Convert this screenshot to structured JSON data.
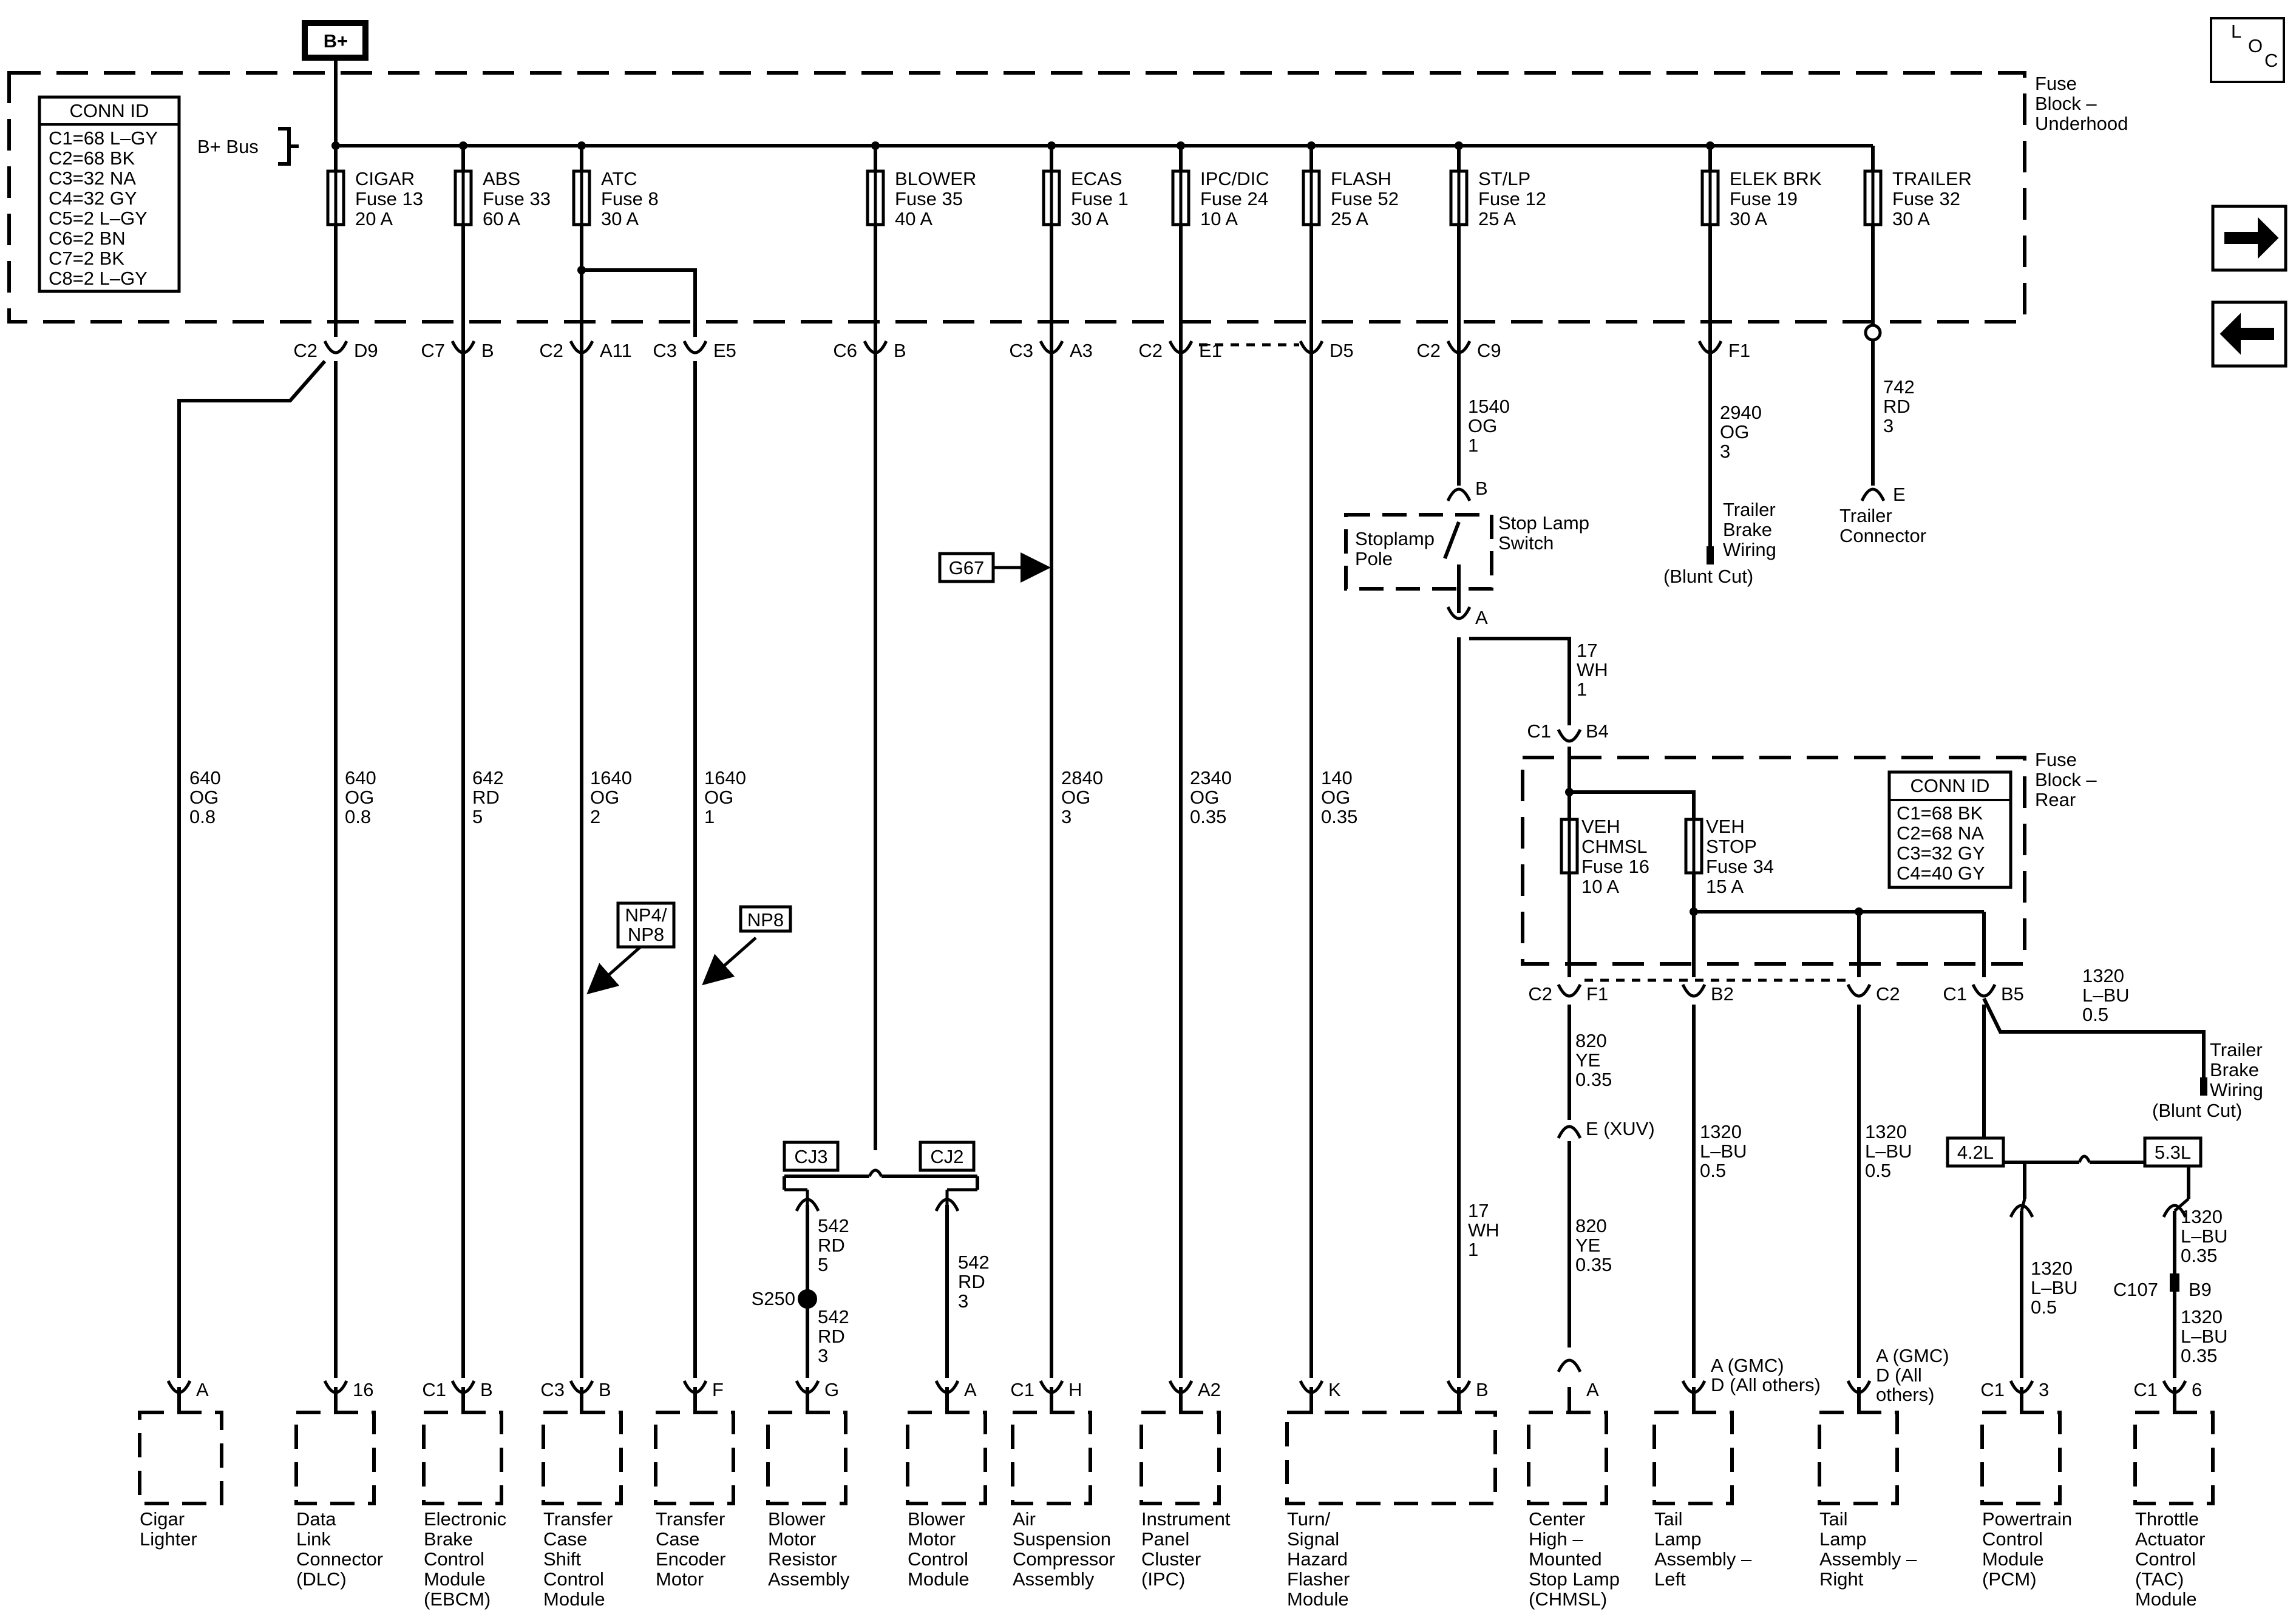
{
  "power_source": "B+",
  "loc_label": {
    "l": "L",
    "o": "O",
    "c": "C"
  },
  "bus_label": "B+ Bus",
  "underhood_block": {
    "title": [
      "Fuse",
      "Block –",
      "Underhood"
    ]
  },
  "underhood_conn_table": {
    "title": "CONN ID",
    "rows": [
      "C1=68 L–GY",
      "C2=68 BK",
      "C3=32 NA",
      "C4=32 GY",
      "C5=2 L–GY",
      "C6=2 BN",
      "C7=2 BK",
      "C8=2 L–GY"
    ]
  },
  "fuses": [
    {
      "lines": [
        "CIGAR",
        "Fuse 13",
        "20 A"
      ]
    },
    {
      "lines": [
        "ABS",
        "Fuse 33",
        "60 A"
      ]
    },
    {
      "lines": [
        "ATC",
        "Fuse 8",
        "30 A"
      ]
    },
    {
      "lines": [
        "BLOWER",
        "Fuse 35",
        "40 A"
      ]
    },
    {
      "lines": [
        "ECAS",
        "Fuse 1",
        "30 A"
      ]
    },
    {
      "lines": [
        "IPC/DIC",
        "Fuse 24",
        "10 A"
      ]
    },
    {
      "lines": [
        "FLASH",
        "Fuse 52",
        "25 A"
      ]
    },
    {
      "lines": [
        "ST/LP",
        "Fuse 12",
        "25 A"
      ]
    },
    {
      "lines": [
        "ELEK BRK",
        "Fuse 19",
        "30 A"
      ]
    },
    {
      "lines": [
        "TRAILER",
        "Fuse 32",
        "30 A"
      ]
    }
  ],
  "underhood_pins": [
    {
      "conn": "C2",
      "pin": "D9"
    },
    {
      "conn": "C7",
      "pin": "B"
    },
    {
      "conn": "C2",
      "pin": "A11"
    },
    {
      "conn": "C3",
      "pin": "E5"
    },
    {
      "conn": "C6",
      "pin": "B"
    },
    {
      "conn": "C3",
      "pin": "A3"
    },
    {
      "conn": "C2",
      "pin": "E1"
    },
    {
      "conn": "",
      "pin": "D5"
    },
    {
      "conn": "C2",
      "pin": "C9"
    },
    {
      "conn": "",
      "pin": "F1"
    }
  ],
  "wires": [
    {
      "lines": [
        "640",
        "OG",
        "0.8"
      ]
    },
    {
      "lines": [
        "640",
        "OG",
        "0.8"
      ]
    },
    {
      "lines": [
        "642",
        "RD",
        "5"
      ]
    },
    {
      "lines": [
        "1640",
        "OG",
        "2"
      ]
    },
    {
      "lines": [
        "1640",
        "OG",
        "1"
      ]
    },
    {
      "lines": [
        "2840",
        "OG",
        "3"
      ]
    },
    {
      "lines": [
        "2340",
        "OG",
        "0.35"
      ]
    },
    {
      "lines": [
        "140",
        "OG",
        "0.35"
      ]
    },
    {
      "lines": [
        "1540",
        "OG",
        "1"
      ]
    },
    {
      "lines": [
        "2940",
        "OG",
        "3"
      ]
    },
    {
      "lines": [
        "742",
        "RD",
        "3"
      ]
    },
    {
      "lines": [
        "17",
        "WH",
        "1"
      ]
    },
    {
      "lines": [
        "17",
        "WH",
        "1"
      ]
    },
    {
      "lines": [
        "542",
        "RD",
        "5"
      ]
    },
    {
      "lines": [
        "542",
        "RD",
        "3"
      ]
    },
    {
      "lines": [
        "542",
        "RD",
        "3"
      ]
    },
    {
      "lines": [
        "820",
        "YE",
        "0.35"
      ]
    },
    {
      "lines": [
        "820",
        "YE",
        "0.35"
      ]
    },
    {
      "lines": [
        "1320",
        "L–BU",
        "0.5"
      ]
    },
    {
      "lines": [
        "1320",
        "L–BU",
        "0.5"
      ]
    },
    {
      "lines": [
        "1320",
        "L–BU",
        "0.5"
      ]
    },
    {
      "lines": [
        "1320",
        "L–BU",
        "0.5"
      ]
    },
    {
      "lines": [
        "1320",
        "L–BU",
        "0.35"
      ]
    },
    {
      "lines": [
        "1320",
        "L–BU",
        "0.35"
      ]
    }
  ],
  "option_boxes": {
    "np4np8": [
      "NP4/",
      "NP8"
    ],
    "np8": "NP8",
    "g67": "G67",
    "cj3": "CJ3",
    "cj2": "CJ2",
    "l42": "4.2L",
    "l53": "5.3L"
  },
  "stop_lamp": {
    "switch": [
      "Stop Lamp",
      "Switch"
    ],
    "pole": [
      "Stoplamp",
      "Pole"
    ],
    "pin_top": "B",
    "pin_bottom": "A"
  },
  "trailer_brake_upper": {
    "lines": [
      "Trailer",
      "Brake",
      "Wiring"
    ],
    "note": "(Blunt Cut)"
  },
  "trailer_brake_lower": {
    "lines": [
      "Trailer",
      "Brake",
      "Wiring"
    ],
    "note": "(Blunt Cut)"
  },
  "trailer_connector": {
    "pin": "E",
    "lines": [
      "Trailer",
      "Connector"
    ]
  },
  "rear_block": {
    "title": [
      "Fuse",
      "Block –",
      "Rear"
    ],
    "input_conn": "C1",
    "input_pin": "B4"
  },
  "rear_conn_table": {
    "title": "CONN ID",
    "rows": [
      "C1=68 BK",
      "C2=68 NA",
      "C3=32 GY",
      "C4=40 GY"
    ]
  },
  "rear_fuses": [
    {
      "lines": [
        "VEH",
        "CHMSL",
        "Fuse 16",
        "10 A"
      ]
    },
    {
      "lines": [
        "VEH",
        "STOP",
        "Fuse 34",
        "15 A"
      ]
    }
  ],
  "rear_pins": [
    {
      "conn": "C2",
      "pin": "F1"
    },
    {
      "conn": "",
      "pin": "B2"
    },
    {
      "conn": "",
      "pin": "C2"
    },
    {
      "conn": "C1",
      "pin": "B5"
    }
  ],
  "inline_connectors": {
    "xuv": "E (XUV)",
    "c107_conn": "C107",
    "c107_pin": "B9"
  },
  "splice": "S250",
  "components": [
    {
      "conn": "",
      "pin": "A",
      "lines": [
        "Cigar",
        "Lighter"
      ]
    },
    {
      "conn": "",
      "pin": "16",
      "lines": [
        "Data",
        "Link",
        "Connector",
        "(DLC)"
      ]
    },
    {
      "conn": "C1",
      "pin": "B",
      "lines": [
        "Electronic",
        "Brake",
        "Control",
        "Module",
        "(EBCM)"
      ]
    },
    {
      "conn": "C3",
      "pin": "B",
      "lines": [
        "Transfer",
        "Case",
        "Shift",
        "Control",
        "Module"
      ]
    },
    {
      "conn": "",
      "pin": "F",
      "lines": [
        "Transfer",
        "Case",
        "Encoder",
        "Motor"
      ]
    },
    {
      "conn": "",
      "pin": "G",
      "lines": [
        "Blower",
        "Motor",
        "Resistor",
        "Assembly"
      ]
    },
    {
      "conn": "",
      "pin": "A",
      "lines": [
        "Blower",
        "Motor",
        "Control",
        "Module"
      ]
    },
    {
      "conn": "C1",
      "pin": "H",
      "lines": [
        "Air",
        "Suspension",
        "Compressor",
        "Assembly"
      ]
    },
    {
      "conn": "",
      "pin": "A2",
      "lines": [
        "Instrument",
        "Panel",
        "Cluster",
        "(IPC)"
      ]
    },
    {
      "conn": "",
      "pin": "K",
      "pin2": "B",
      "lines": [
        "Turn/",
        "Signal",
        "Hazard",
        "Flasher",
        "Module"
      ]
    },
    {
      "conn": "",
      "pin": "A",
      "lines": [
        "Center",
        "High –",
        "Mounted",
        "Stop Lamp",
        "(CHMSL)"
      ]
    },
    {
      "conn": "",
      "pin_lines": [
        "A (GMC)",
        "D (All others)"
      ],
      "lines": [
        "Tail",
        "Lamp",
        "Assembly –",
        "Left"
      ]
    },
    {
      "conn": "",
      "pin_lines": [
        "A (GMC)",
        "D (All",
        "others)"
      ],
      "lines": [
        "Tail",
        "Lamp",
        "Assembly –",
        "Right"
      ]
    },
    {
      "conn": "C1",
      "pin": "3",
      "lines": [
        "Powertrain",
        "Control",
        "Module",
        "(PCM)"
      ]
    },
    {
      "conn": "C1",
      "pin": "6",
      "lines": [
        "Throttle",
        "Actuator",
        "Control",
        "(TAC)",
        "Module"
      ]
    }
  ]
}
